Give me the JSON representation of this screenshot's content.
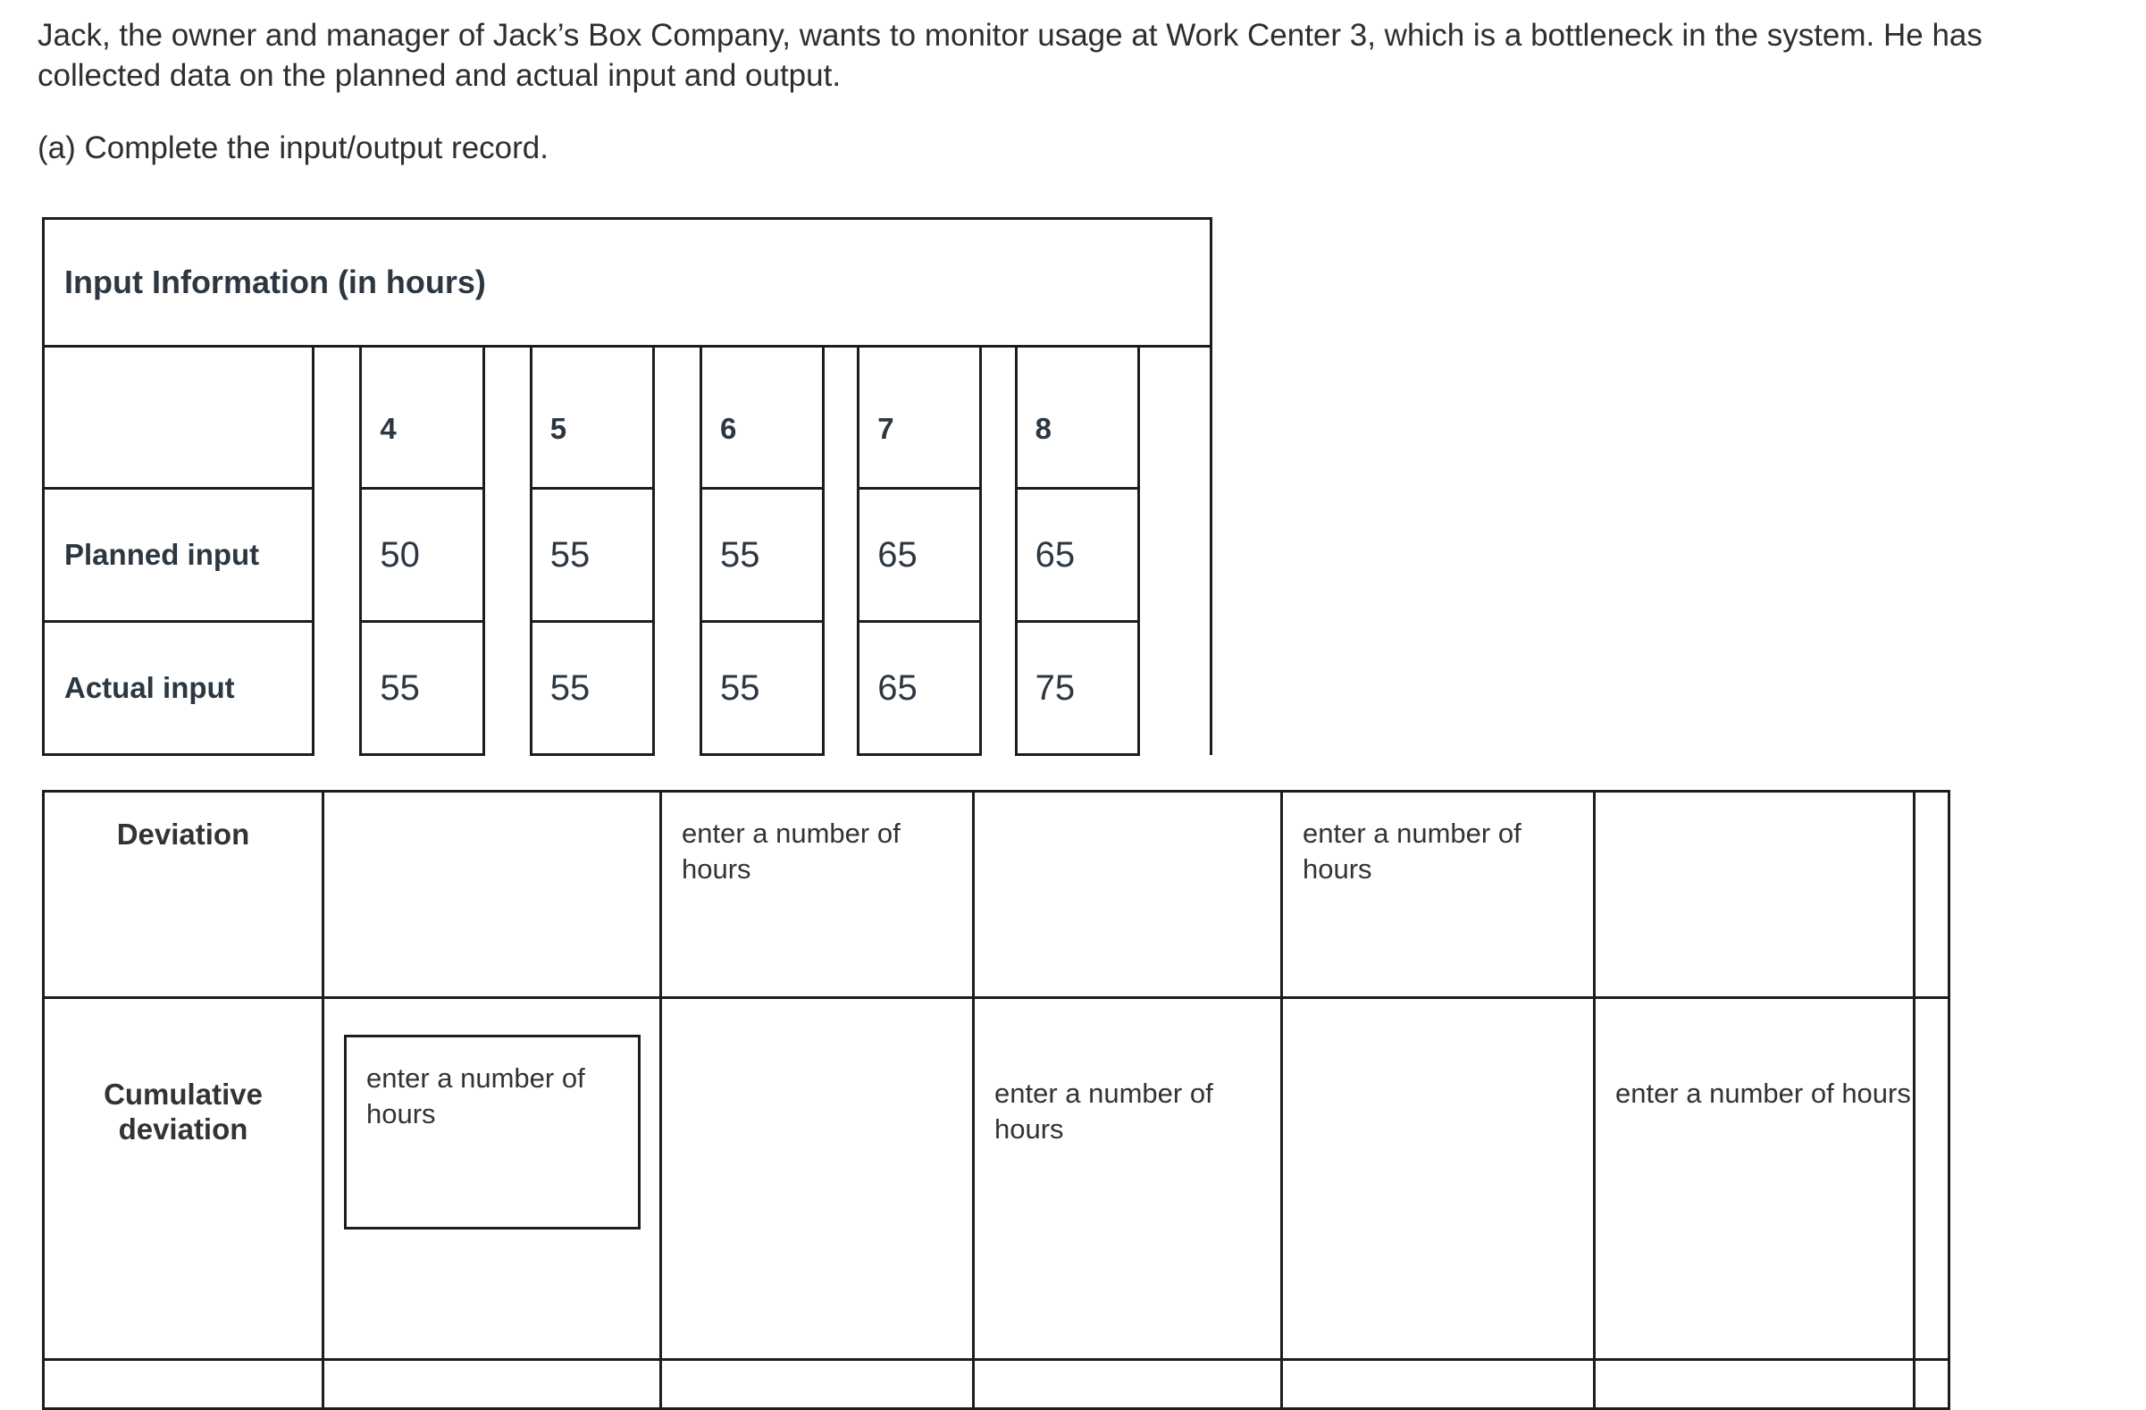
{
  "prose": {
    "paragraph": "Jack, the owner and manager of Jack’s Box Company, wants to monitor usage at Work Center 3, which is a bottleneck in the system. He has collected data on the planned and actual input and output.",
    "part_a": "(a) Complete the input/output record."
  },
  "colors": {
    "heading_text": "#2c3742",
    "body_text": "#333333",
    "border": "#1d1d1d",
    "background": "#ffffff"
  },
  "input_table": {
    "title": "Input Information (in hours)",
    "period_headers": [
      "4",
      "5",
      "6",
      "7",
      "8"
    ],
    "rows": [
      {
        "label": "Planned input",
        "values": [
          "50",
          "55",
          "55",
          "65",
          "65"
        ]
      },
      {
        "label": "Actual input",
        "values": [
          "55",
          "55",
          "55",
          "65",
          "75"
        ]
      }
    ]
  },
  "deviation_table": {
    "rows": [
      {
        "label": "Deviation",
        "label_line2": "",
        "cells": [
          "",
          "enter a number of hours",
          "",
          "enter a number of hours",
          ""
        ]
      },
      {
        "label": "Cumulative",
        "label_line2": "deviation",
        "cells": [
          "enter a number of hours",
          "",
          "enter a number of hours",
          "",
          "enter a number of hours"
        ]
      }
    ],
    "placeholder": "enter a number of hours"
  }
}
